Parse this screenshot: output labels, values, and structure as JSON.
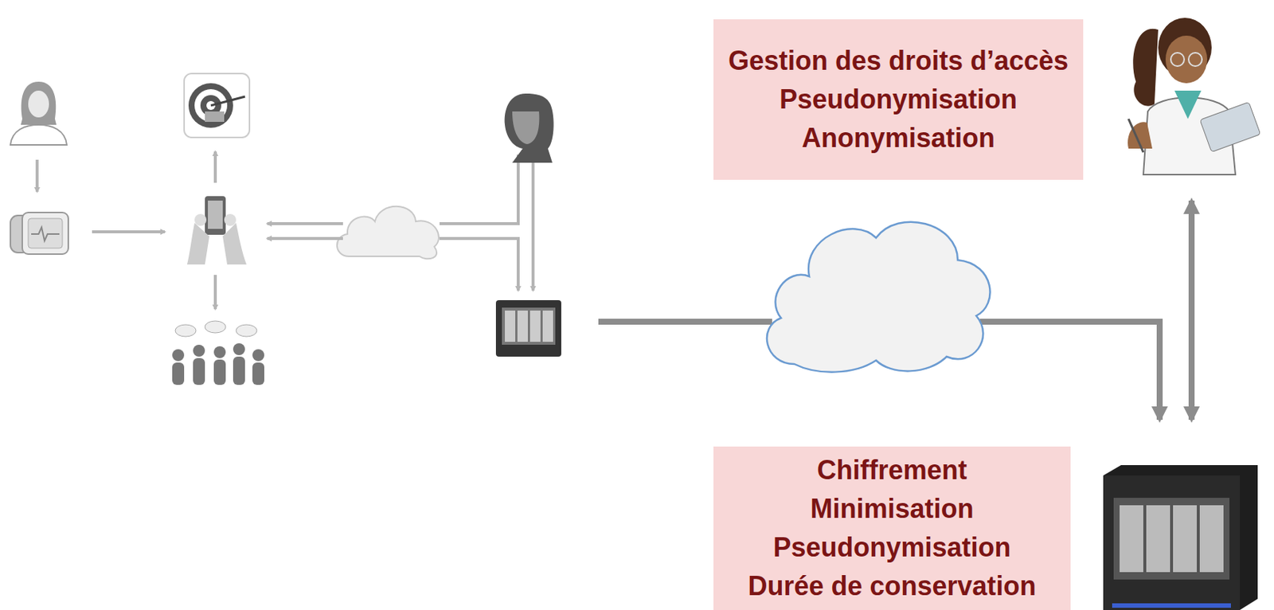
{
  "diagram": {
    "nodes": [
      {
        "text": [
          "Gestion des droits d’accès",
          "Pseudonymisation",
          "Anonymisation"
        ]
      },
      {
        "text": [
          "Chiffrement",
          "Minimisation",
          "Pseudonymisation",
          "Durée de conservation"
        ]
      }
    ]
  }
}
